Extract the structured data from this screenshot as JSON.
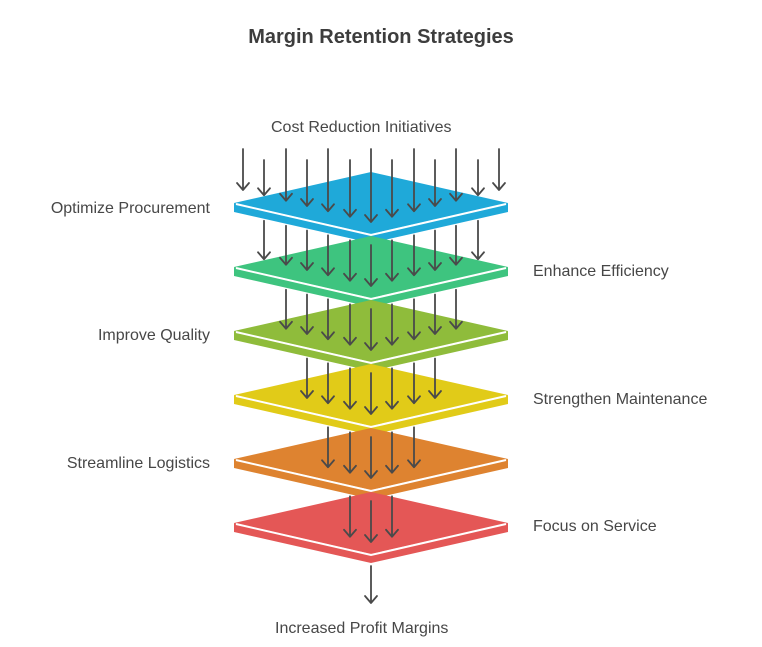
{
  "title": "Margin Retention Strategies",
  "top_label": "Cost Reduction Initiatives",
  "bottom_label": "Increased Profit Margins",
  "layers": [
    {
      "label": "Optimize Procurement",
      "side": "left",
      "color": "#1fa9d9",
      "arrows_above": 13
    },
    {
      "label": "Enhance Efficiency",
      "side": "right",
      "color": "#3ec47f",
      "arrows_above": 11
    },
    {
      "label": "Improve Quality",
      "side": "left",
      "color": "#8fbc3b",
      "arrows_above": 9
    },
    {
      "label": "Strengthen Maintenance",
      "side": "right",
      "color": "#e1cb18",
      "arrows_above": 7
    },
    {
      "label": "Streamline Logistics",
      "side": "left",
      "color": "#de8330",
      "arrows_above": 5
    },
    {
      "label": "Focus on Service",
      "side": "right",
      "color": "#e45756",
      "arrows_above": 3
    }
  ],
  "arrow_color": "#4a4a4a"
}
